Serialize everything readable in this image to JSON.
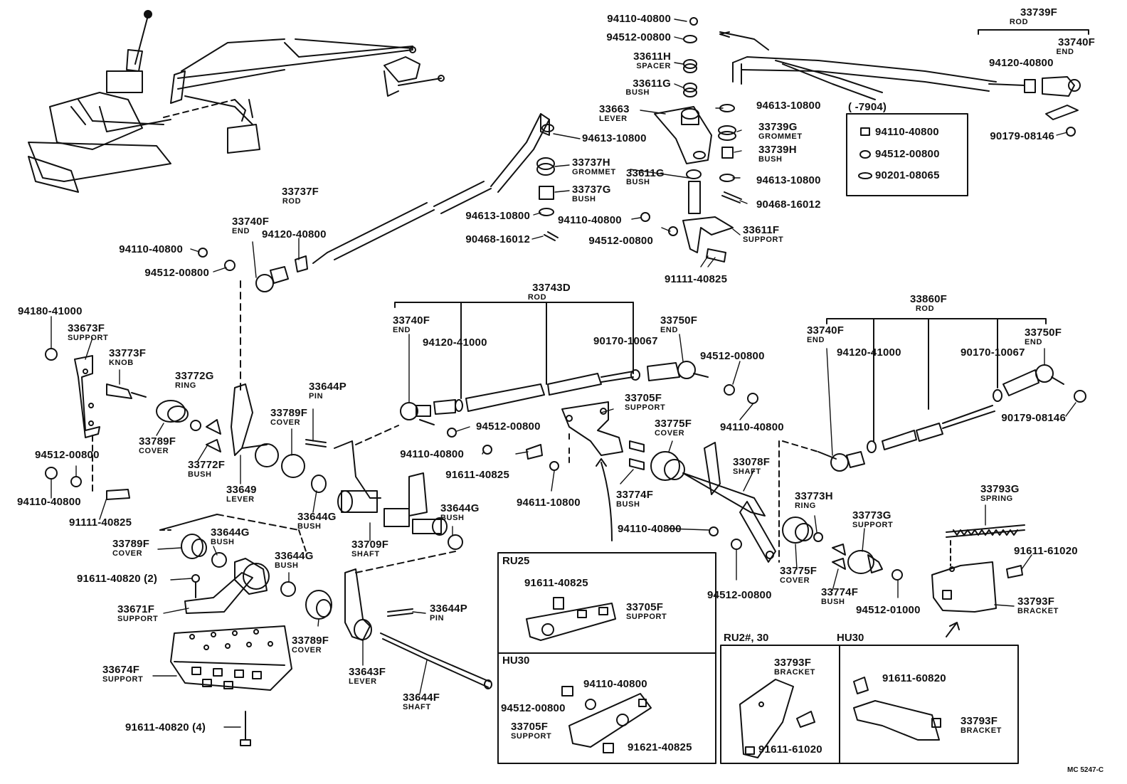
{
  "labels": {
    "p94110_top": "94110-40800",
    "p94512_top": "94512-00800",
    "p33611H": "33611H",
    "d33611H": "SPACER",
    "p33611G_top": "33611G",
    "d33611G_top": "BUSH",
    "p33663": "33663",
    "d33663": "LEVER",
    "p94613_a": "94613-10800",
    "p33737H": "33737H",
    "d33737H": "GROMMET",
    "p33737G": "33737G",
    "d33737G": "BUSH",
    "p33611G_mid": "33611G",
    "d33611G_mid": "BUSH",
    "p94613_b": "94613-10800",
    "p94110_mid": "94110-40800",
    "p90468_a": "90468-16012",
    "p94512_mid": "94512-00800",
    "p33611F": "33611F",
    "d33611F": "SUPPORT",
    "p91111_top": "91111-40825",
    "p94613_c": "94613-10800",
    "p33739G": "33739G",
    "d33739G": "GROMMET",
    "p33739H": "33739H",
    "d33739H": "BUSH",
    "p94613_d": "94613-10800",
    "p90468_b": "90468-16012",
    "p33739F": "33739F",
    "d33739F": "ROD",
    "p33740F_tr": "33740F",
    "d33740F_tr": "END",
    "p94120_tr": "94120-40800",
    "p7904": "(  -7904)",
    "kit1": "94110-40800",
    "kit2": "94512-00800",
    "kit3": "90201-08065",
    "p90179_tr": "90179-08146",
    "p33737F": "33737F",
    "d33737F": "ROD",
    "p33740F_l": "33740F",
    "d33740F_l": "END",
    "p94120_l": "94120-40800",
    "p94110_l": "94110-40800",
    "p94512_l": "94512-00800",
    "p94180": "94180-41000",
    "p33673F": "33673F",
    "d33673F": "SUPPORT",
    "p33773F": "33773F",
    "d33773F": "KNOB",
    "p33772G": "33772G",
    "d33772G": "RING",
    "p33789F_a": "33789F",
    "d33789F_a": "COVER",
    "p33772F": "33772F",
    "d33772F": "BUSH",
    "p33649": "33649",
    "d33649": "LEVER",
    "p33789F_b": "33789F",
    "d33789F_b": "COVER",
    "p33644P_a": "33644P",
    "d33644P_a": "PIN",
    "p94512_ll": "94512-00800",
    "p94110_ll": "94110-40800",
    "p91111_l": "91111-40825",
    "p33644G_a": "33644G",
    "d33644G_a": "BUSH",
    "p33709F": "33709F",
    "d33709F": "SHAFT",
    "p33644G_b": "33644G",
    "d33644G_b": "BUSH",
    "p33743D": "33743D",
    "d33743D": "ROD",
    "p33740F_m": "33740F",
    "d33740F_m": "END",
    "p94120_m": "94120-41000",
    "p90170_m": "90170-10067",
    "p33750F_m": "33750F",
    "d33750F_m": "END",
    "p94512_m": "94512-00800",
    "p33705F": "33705F",
    "d33705F": "SUPPORT",
    "p94512_m2": "94512-00800",
    "p94110_m2": "94110-40800",
    "p91611_m": "91611-40825",
    "p94611": "94611-10800",
    "p33775F_a": "33775F",
    "d33775F_a": "COVER",
    "p94110_m3": "94110-40800",
    "p33774F_a": "33774F",
    "d33774F_a": "BUSH",
    "p33078F": "33078F",
    "d33078F": "SHAFT",
    "p33860F": "33860F",
    "d33860F": "ROD",
    "p33740F_r": "33740F",
    "d33740F_r": "END",
    "p94120_r": "94120-41000",
    "p90170_r": "90170-10067",
    "p33750F_r": "33750F",
    "d33750F_r": "END",
    "p90179_r": "90179-08146",
    "p33773H": "33773H",
    "d33773H": "RING",
    "p33773G": "33773G",
    "d33773G": "SUPPORT",
    "p33775F_b": "33775F",
    "d33775F_b": "COVER",
    "p94512_r": "94512-00800",
    "p33774F_b": "33774F",
    "d33774F_b": "BUSH",
    "p94512_01": "94512-01000",
    "p33793G": "33793G",
    "d33793G": "SPRING",
    "p91611_61020_r": "91611-61020",
    "p33793F_r": "33793F",
    "d33793F_r": "BRACKET",
    "p33789F_c": "33789F",
    "d33789F_c": "COVER",
    "p33644G_c": "33644G",
    "d33644G_c": "BUSH",
    "p91611_40820_2": "91611-40820 (2)",
    "p33644G_d": "33644G",
    "d33644G_d": "BUSH",
    "p33671F": "33671F",
    "d33671F": "SUPPORT",
    "p33674F": "33674F",
    "d33674F": "SUPPORT",
    "p33789F_d": "33789F",
    "d33789F_d": "COVER",
    "p33644P_b": "33644P",
    "d33644P_b": "PIN",
    "p33643F": "33643F",
    "d33643F": "LEVER",
    "p33644F": "33644F",
    "d33644F": "SHAFT",
    "p91611_40820_4": "91611-40820 (4)"
  },
  "insets": {
    "ru25": {
      "title": "RU25",
      "p1": "91611-40825",
      "p2": "33705F",
      "d2": "SUPPORT"
    },
    "hu30a": {
      "title": "HU30",
      "p1": "94110-40800",
      "p2": "94512-00800",
      "p3": "33705F",
      "d3": "SUPPORT",
      "p4": "91621-40825"
    },
    "ru2": {
      "title": "RU2#, 30",
      "p1": "33793F",
      "d1": "BRACKET",
      "p2": "91611-61020"
    },
    "hu30b": {
      "title": "HU30",
      "p1": "91611-60820",
      "p2": "33793F",
      "d2": "BRACKET"
    }
  },
  "code": "MC 5247-C"
}
